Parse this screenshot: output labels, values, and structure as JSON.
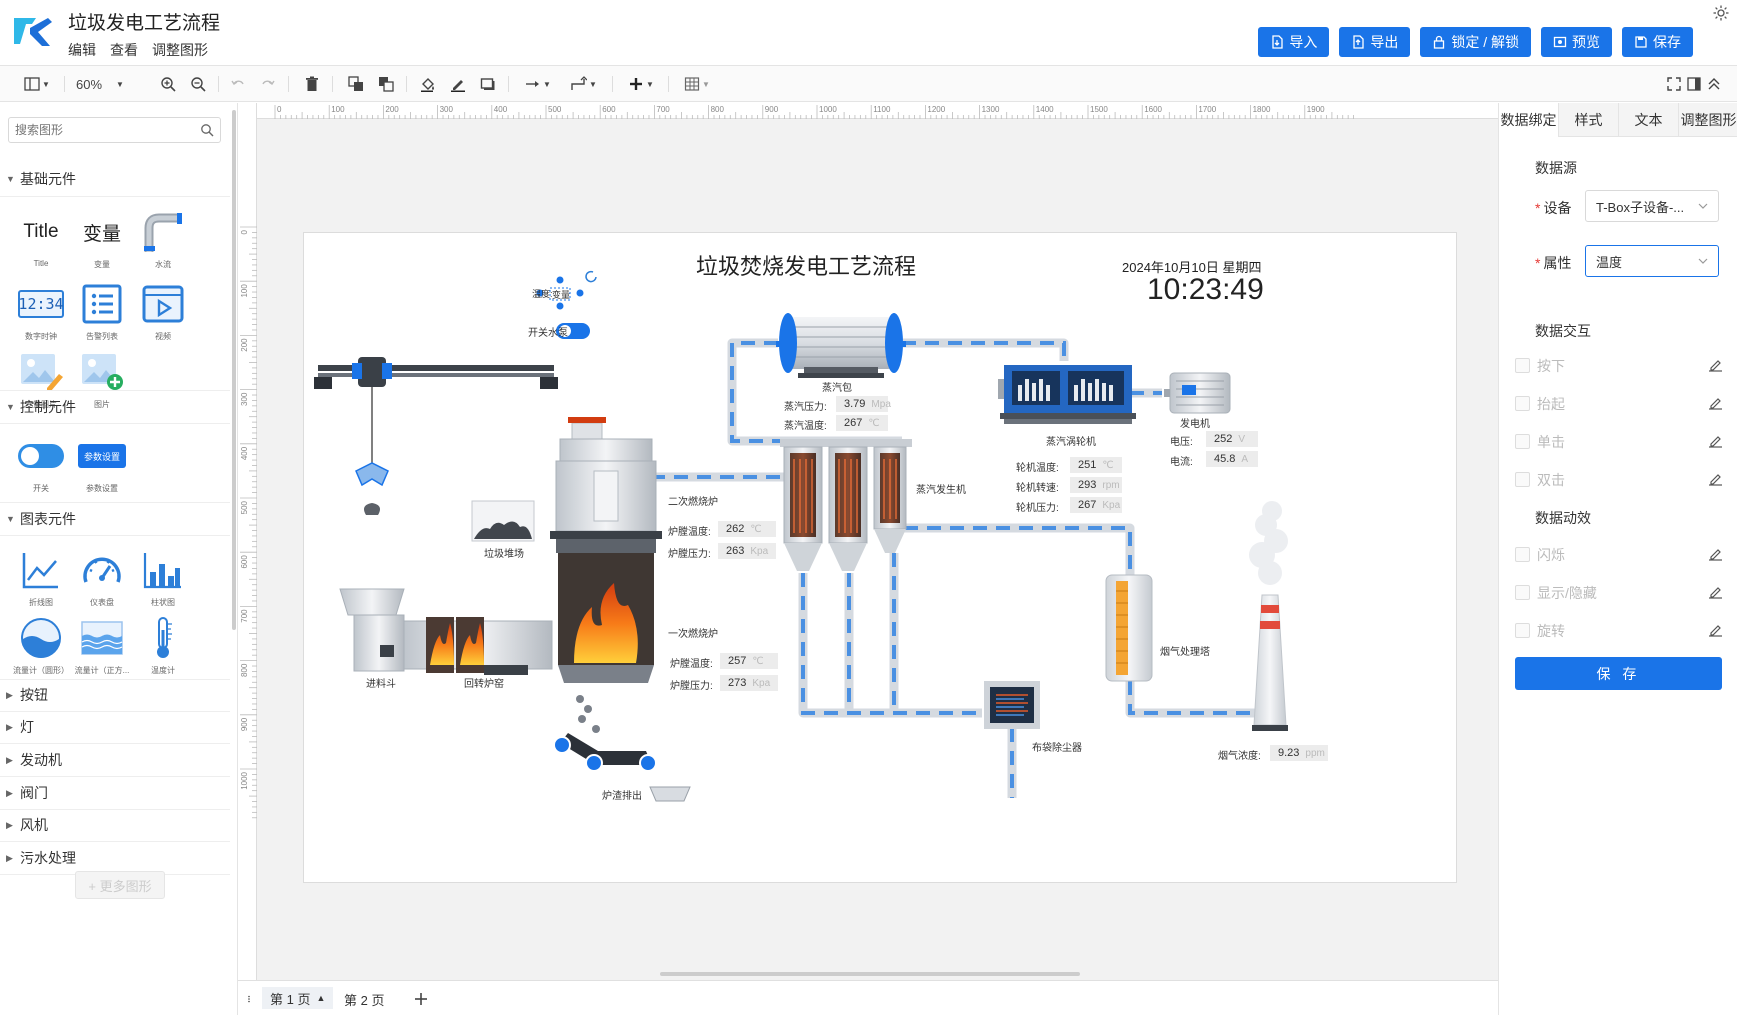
{
  "app": {
    "title": "垃圾发电工艺流程",
    "menu": [
      "编辑",
      "查看",
      "调整图形"
    ],
    "buttons": {
      "import": "导入",
      "export": "导出",
      "lock": "锁定 / 解锁",
      "preview": "预览",
      "save": "保存"
    }
  },
  "toolbar": {
    "zoom": "60%"
  },
  "left": {
    "search_placeholder": "搜索图形",
    "categories": {
      "basic": "基础元件",
      "control": "控制元件",
      "chart": "图表元件",
      "button": "按钮",
      "light": "灯",
      "motor": "发动机",
      "valve": "阀门",
      "fan": "风机",
      "sewage": "污水处理"
    },
    "basic_items": {
      "title_icon": "Title",
      "title": "Title",
      "var_icon": "变量",
      "var": "变量",
      "water": "水流",
      "clock_icon": "12:34",
      "clock": "数字时钟",
      "alarm": "告警列表",
      "video": "视频",
      "varimg": "变量图片",
      "img": "图片"
    },
    "control_items": {
      "switch": "开关",
      "param_icon": "参数设置",
      "param": "参数设置"
    },
    "chart_items": {
      "line": "折线图",
      "gauge": "仪表盘",
      "bar": "柱状图",
      "flow_round": "流量计（圆形）",
      "flow_square": "流量计（正方...",
      "thermo": "温度计"
    },
    "more": "+ 更多图形"
  },
  "ruler": {
    "h": [
      "0",
      "100",
      "200",
      "300",
      "400",
      "500",
      "600",
      "700",
      "800",
      "900",
      "1000",
      "1100",
      "1200",
      "1300",
      "1400",
      "1500",
      "1600",
      "1700",
      "1800",
      "1900"
    ],
    "v": [
      "0",
      "100",
      "200",
      "300",
      "400",
      "500",
      "600",
      "700",
      "800",
      "900",
      "1000"
    ]
  },
  "pages": {
    "p1": "第 1 页",
    "p2": "第 2 页"
  },
  "right": {
    "tabs": {
      "bind": "数据绑定",
      "style": "样式",
      "text": "文本",
      "adjust": "调整图形"
    },
    "datasource": "数据源",
    "device_label": "设备",
    "device_value": "T-Box子设备-...",
    "attr_label": "属性",
    "attr_value": "温度",
    "interaction": "数据交互",
    "inter_items": {
      "press": "按下",
      "lift": "抬起",
      "click": "单击",
      "dblclick": "双击"
    },
    "animation": "数据动效",
    "anim_items": {
      "flash": "闪烁",
      "show": "显示/隐藏",
      "rotate": "旋转"
    },
    "save": "保 存"
  },
  "diagram": {
    "title": "垃圾焚烧发电工艺流程",
    "date": "2024年10月10日 星期四",
    "time": "10:23:49",
    "widget": {
      "temp_label": "温度:",
      "temp_var": "变量",
      "pump_label": "开关水泵"
    },
    "labels": {
      "steam_drum": "蒸汽包",
      "turbine": "蒸汽涡轮机",
      "generator": "发电机",
      "steam_gen": "蒸汽发生机",
      "sec_furnace": "二次燃烧炉",
      "pri_furnace": "一次燃烧炉",
      "garbage": "垃圾堆场",
      "feed": "进料斗",
      "kiln": "回转炉窑",
      "slag": "炉渣排出",
      "bag_filter": "布袋除尘器",
      "flue_tower": "烟气处理塔"
    },
    "readings": {
      "steam_pressure": {
        "label": "蒸汽压力:",
        "value": "3.79",
        "unit": "Mpa"
      },
      "steam_temp": {
        "label": "蒸汽温度:",
        "value": "267",
        "unit": "℃"
      },
      "voltage": {
        "label": "电压:",
        "value": "252",
        "unit": "V"
      },
      "current": {
        "label": "电流:",
        "value": "45.8",
        "unit": "A"
      },
      "turbine_temp": {
        "label": "轮机温度:",
        "value": "251",
        "unit": "℃"
      },
      "turbine_speed": {
        "label": "轮机转速:",
        "value": "293",
        "unit": "rpm"
      },
      "turbine_pressure": {
        "label": "轮机压力:",
        "value": "267",
        "unit": "Kpa"
      },
      "sec_temp": {
        "label": "炉膛温度:",
        "value": "262",
        "unit": "℃"
      },
      "sec_pressure": {
        "label": "炉膛压力:",
        "value": "263",
        "unit": "Kpa"
      },
      "pri_temp": {
        "label": "炉膛温度:",
        "value": "257",
        "unit": "℃"
      },
      "pri_pressure": {
        "label": "炉膛压力:",
        "value": "273",
        "unit": "Kpa"
      },
      "flue_conc": {
        "label": "烟气浓度:",
        "value": "9.23",
        "unit": "ppm"
      }
    }
  },
  "colors": {
    "accent": "#1a74e8",
    "pipe": "#d5dae0",
    "flow": "#4a90e2",
    "fire": "#f26a1b"
  }
}
